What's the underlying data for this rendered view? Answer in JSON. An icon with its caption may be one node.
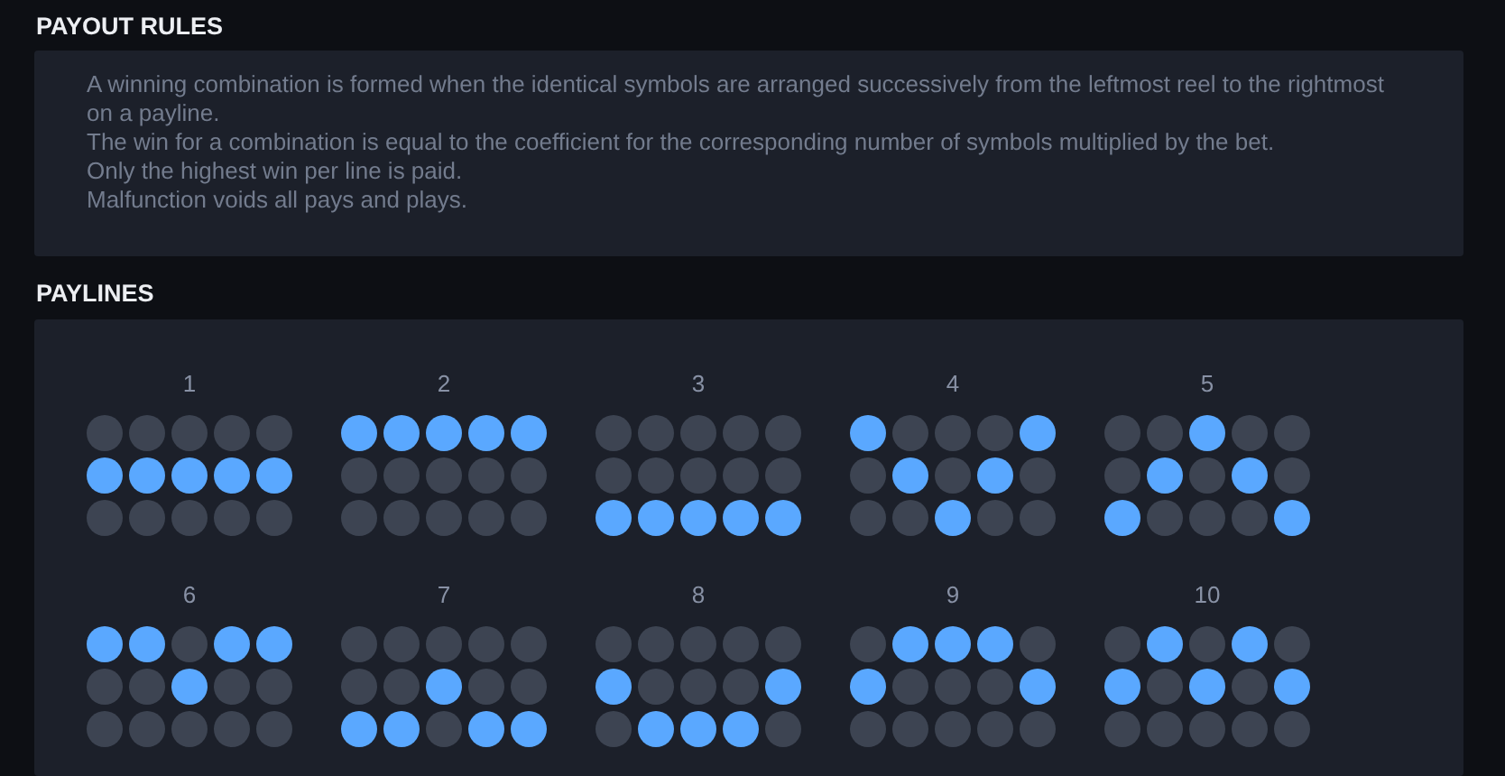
{
  "diagram": {
    "nodes": [
      {
        "text": [
          "PAYOUT RULES",
          "A winning combination is formed when the identical symbols are arranged successively from the leftmost reel to the rightmost on a payline.",
          "The win for a combination is equal to the coefficient for the corresponding number of symbols multiplied by the bet.",
          "Only the highest win per line is paid.",
          "Malfunction voids all pays and plays."
        ]
      },
      {
        "text": [
          "PAYLINES"
        ]
      },
      {
        "text": [
          "1"
        ],
        "in": 1
      },
      {
        "text": [
          "2"
        ],
        "in": 1
      },
      {
        "text": [
          "3"
        ],
        "in": 1
      },
      {
        "text": [
          "4"
        ],
        "in": 1
      },
      {
        "text": [
          "5"
        ],
        "in": 1
      },
      {
        "text": [
          "6"
        ],
        "in": 1
      },
      {
        "text": [
          "7"
        ],
        "in": 1
      },
      {
        "text": [
          "8"
        ],
        "in": 1
      },
      {
        "text": [
          "9"
        ],
        "in": 1
      },
      {
        "text": [
          "10"
        ],
        "in": 1
      }
    ]
  }
}
